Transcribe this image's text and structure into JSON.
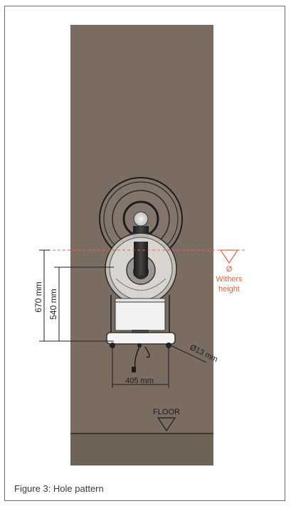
{
  "figure": {
    "caption": "Figure 3: Hole pattern",
    "wall_color": "#7a6c60",
    "accent_color": "#e8643c"
  },
  "dimensions": {
    "height_upper": "670 mm",
    "height_lower": "540 mm",
    "width": "405 mm",
    "hole_diameter": "Ø13 mm"
  },
  "withers": {
    "symbol": "Ø",
    "line1": "Withers",
    "line2": "height"
  },
  "floor": {
    "label": "FLOOR"
  }
}
